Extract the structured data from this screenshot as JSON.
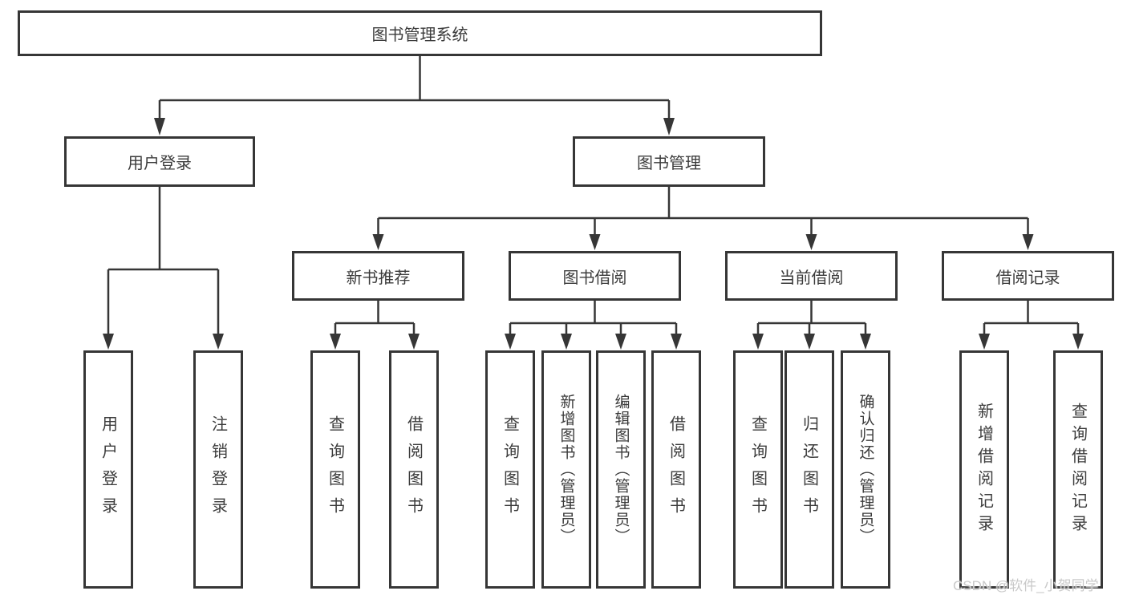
{
  "colors": {
    "line": "#363636",
    "box_border": "#363636",
    "text": "#3b3b3b",
    "watermark": "#c9c9c9",
    "background": "#ffffff"
  },
  "watermark": {
    "text": "CSDN @软件_小贺同学"
  },
  "tree": {
    "root": {
      "label": "图书管理系统"
    },
    "branches": [
      {
        "label": "用户登录",
        "children": [
          {
            "label": "用户登录"
          },
          {
            "label": "注销登录"
          }
        ]
      },
      {
        "label": "图书管理",
        "children": [
          {
            "label": "新书推荐",
            "children": [
              {
                "label": "查询图书"
              },
              {
                "label": "借阅图书"
              }
            ]
          },
          {
            "label": "图书借阅",
            "children": [
              {
                "label": "查询图书"
              },
              {
                "label": "新增图书（管理员）"
              },
              {
                "label": "编辑图书（管理员）"
              },
              {
                "label": "借阅图书"
              }
            ]
          },
          {
            "label": "当前借阅",
            "children": [
              {
                "label": "查询图书"
              },
              {
                "label": "归还图书"
              },
              {
                "label": "确认归还（管理员）"
              }
            ]
          },
          {
            "label": "借阅记录",
            "children": [
              {
                "label": "新增借阅记录"
              },
              {
                "label": "查询借阅记录"
              }
            ]
          }
        ]
      }
    ]
  }
}
